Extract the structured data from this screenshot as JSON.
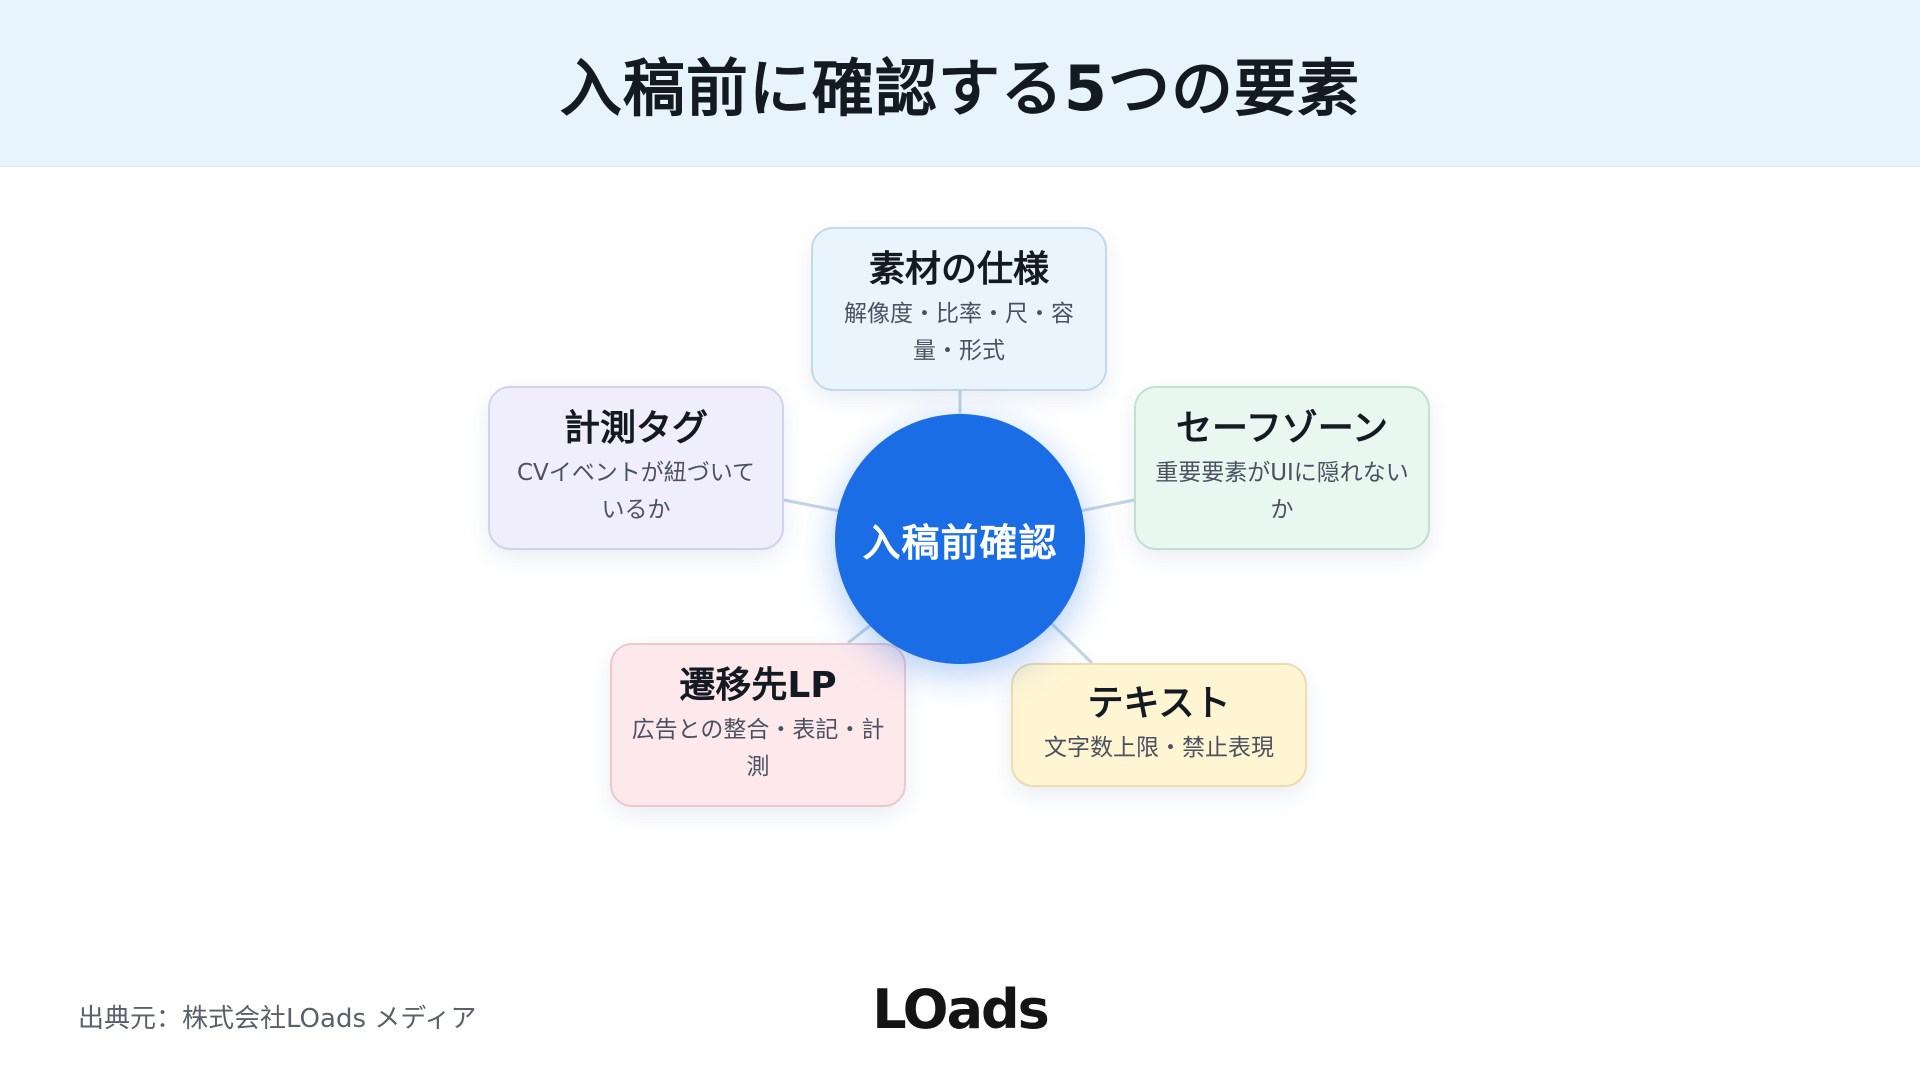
{
  "header": {
    "title": "入稿前に確認する5つの要素"
  },
  "hub": {
    "label": "入稿前確認",
    "color": "#1b6de6"
  },
  "nodes": {
    "spec": {
      "title": "素材の仕様",
      "desc": "解像度・比率・尺・容量・形式"
    },
    "tag": {
      "title": "計測タグ",
      "desc": "CVイベントが紐づいているか"
    },
    "safe": {
      "title": "セーフゾーン",
      "desc": "重要要素がUIに隠れないか"
    },
    "lp": {
      "title": "遷移先LP",
      "desc": "広告との整合・表記・計測"
    },
    "text": {
      "title": "テキスト",
      "desc": "文字数上限・禁止表現"
    }
  },
  "footer": {
    "source": "出典元：株式会社LOads メディア",
    "logo": "LOads"
  }
}
